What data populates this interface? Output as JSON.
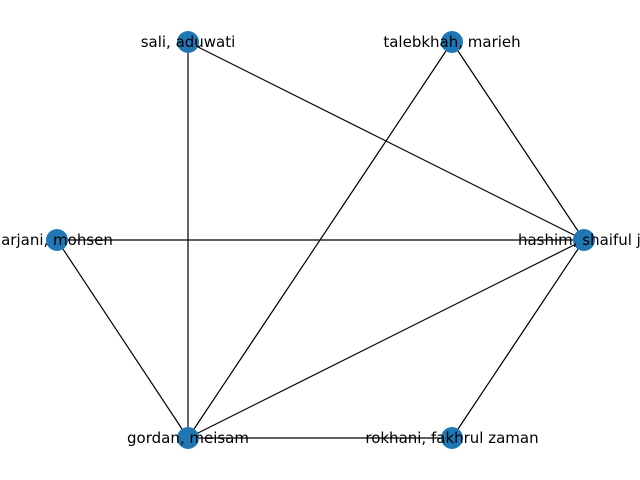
{
  "graph": {
    "node_color": "#1f77b4",
    "edge_color": "#000000",
    "nodes": [
      {
        "id": "sali",
        "label": "sali, aduwati"
      },
      {
        "id": "talebkhah",
        "label": "talebkhah, marieh"
      },
      {
        "id": "arjani",
        "label": "arjani, mohsen"
      },
      {
        "id": "hashim",
        "label": "hashim, shaiful ja"
      },
      {
        "id": "gordan",
        "label": "gordan, meisam"
      },
      {
        "id": "rokhani",
        "label": "rokhani, fakhrul zaman"
      }
    ],
    "edges": [
      [
        "sali",
        "gordan"
      ],
      [
        "sali",
        "hashim"
      ],
      [
        "talebkhah",
        "gordan"
      ],
      [
        "talebkhah",
        "hashim"
      ],
      [
        "arjani",
        "hashim"
      ],
      [
        "arjani",
        "gordan"
      ],
      [
        "hashim",
        "gordan"
      ],
      [
        "hashim",
        "rokhani"
      ],
      [
        "gordan",
        "rokhani"
      ]
    ]
  }
}
